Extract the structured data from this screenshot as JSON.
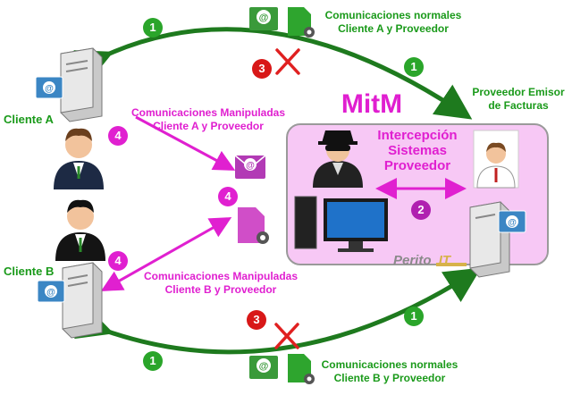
{
  "top_label": {
    "line1": "Comunicaciones normales",
    "line2": "Cliente A y Proveedor"
  },
  "bottom_label": {
    "line1": "Comunicaciones normales",
    "line2": "Cliente B y Proveedor"
  },
  "manip_a": {
    "line1": "Comunicaciones Manipuladas",
    "line2": "Cliente A y Proveedor"
  },
  "manip_b": {
    "line1": "Comunicaciones Manipuladas",
    "line2": "Cliente B y Proveedor"
  },
  "client_a": "Cliente A",
  "client_b": "Cliente B",
  "provider": {
    "line1": "Proveedor Emisor",
    "line2": "de Facturas"
  },
  "mitm": {
    "title": "MitM",
    "line1": "Intercepción",
    "line2": "Sistemas",
    "line3": "Proveedor"
  },
  "watermark": {
    "text": "Perito",
    "suffix": "IT"
  },
  "badges": {
    "one": "1",
    "two": "2",
    "three": "3",
    "four": "4"
  },
  "colors": {
    "green": "#1a9a1a",
    "magenta": "#e01fd0",
    "red": "#d81818",
    "box": "#f7c8f5"
  }
}
